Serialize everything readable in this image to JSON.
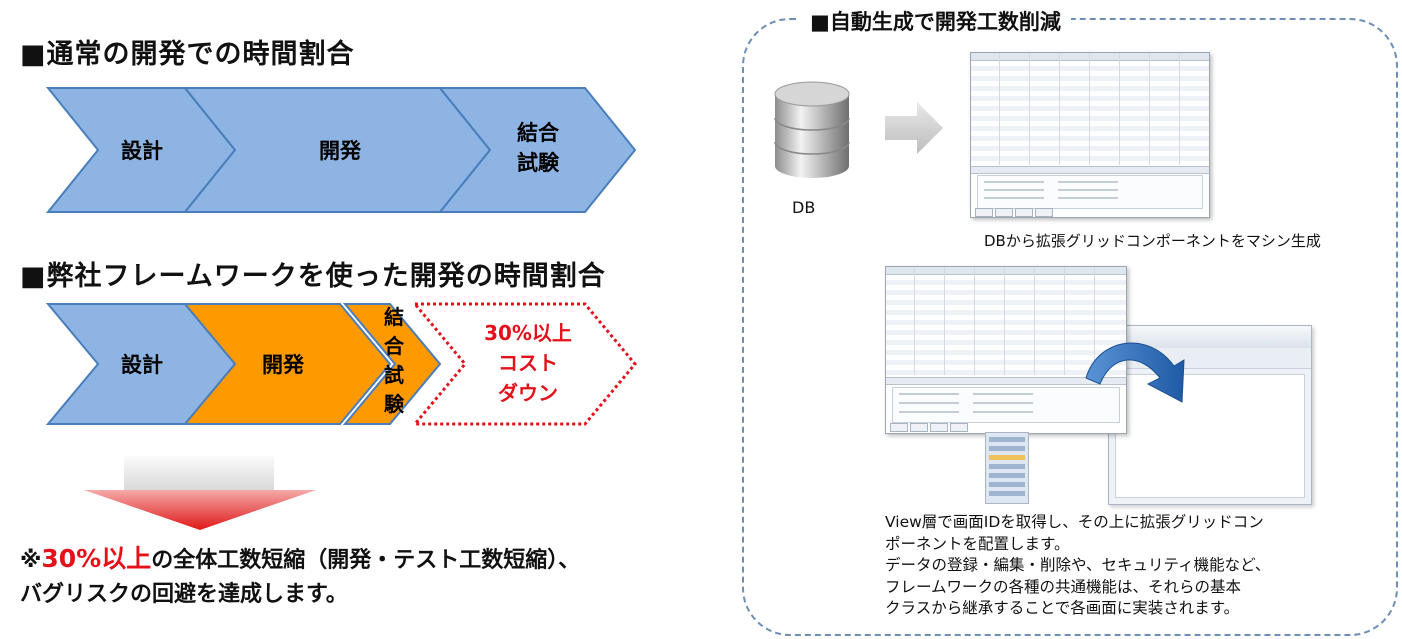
{
  "left": {
    "heading1": "■通常の開発での時間割合",
    "flow1": {
      "design": "設計",
      "dev": "開発",
      "test": [
        "結合",
        "試験"
      ]
    },
    "heading2": "■弊社フレームワークを使った開発の時間割合",
    "flow2": {
      "design": "設計",
      "dev": "開発",
      "test": [
        "結",
        "合",
        "試",
        "験"
      ],
      "cost": [
        "30%以上",
        "コスト",
        "ダウン"
      ]
    },
    "conclusion": {
      "prefix": "※",
      "highlight": "30%以上",
      "line1_rest": "の全体工数短縮（開発・テスト工数短縮）、",
      "line2": "バグリスクの回避を達成します。"
    }
  },
  "right": {
    "title": "■自動生成で開発工数削減",
    "db_label": "DB",
    "caption": "DBから拡張グリッドコンポーネントをマシン生成",
    "description": [
      "View層で画面IDを取得し、その上に拡張グリッドコン",
      "ポーネントを配置します。",
      "データの登録・編集・削除や、セキュリティ機能など、",
      "フレームワークの各種の共通機能は、それらの基本",
      "クラスから継承することで各画面に実装されます。"
    ]
  },
  "colors": {
    "chevron_blue": "#8db4e3",
    "chevron_orange": "#ff9900",
    "chevron_stroke": "#4a7ebb",
    "cost_red": "#e4101a",
    "dashed_border": "#6d8fb7",
    "arrow_blue": "#2f6db5"
  },
  "icons": [
    "database-icon",
    "right-arrow-icon",
    "down-arrow-icon",
    "curved-arrow-icon"
  ]
}
